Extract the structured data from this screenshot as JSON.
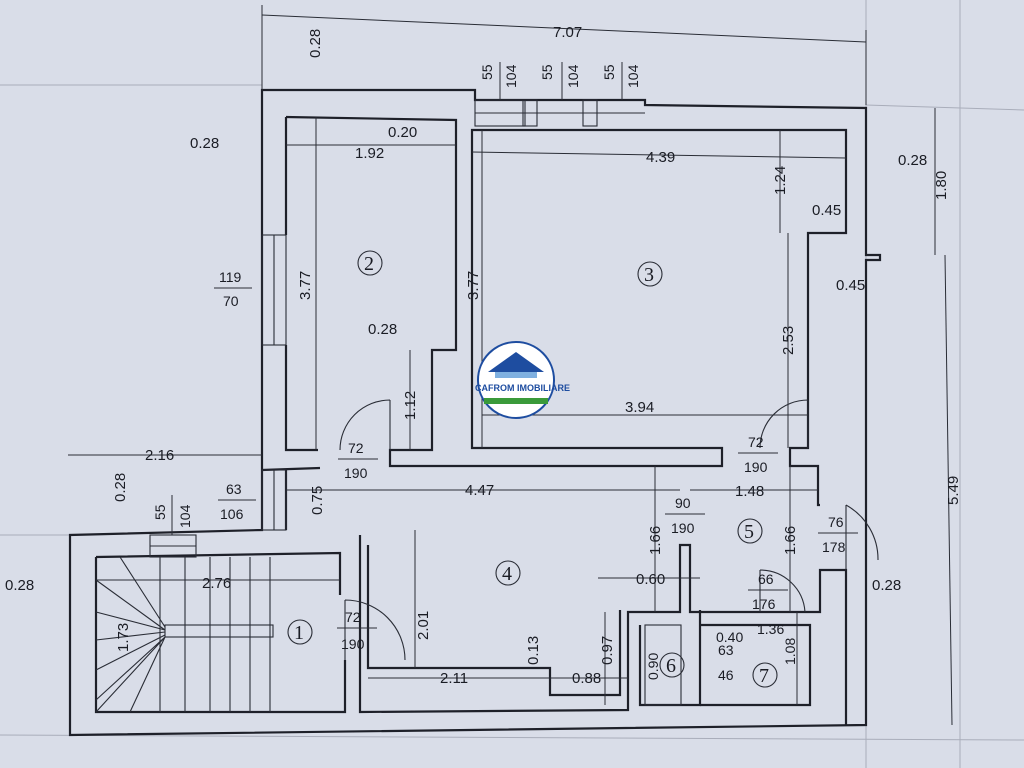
{
  "dimensions": {
    "total_width": "7.07",
    "top_wall": "0.28",
    "left_wall": "0.28",
    "r2_width": "1.92",
    "partition": "0.20",
    "r3_width": "4.39",
    "right_wall": "0.28",
    "right_upper": "1.80",
    "total_height": "5.49",
    "r2_height": "3.77",
    "r3_height": "3.77",
    "step_h": "1.24",
    "step_w1": "0.45",
    "step_w2": "0.45",
    "r3_lower_h": "2.53",
    "r3_lower_w": "3.94",
    "wall_0_28_mid": "0.28",
    "r2_niche": "1.12",
    "stair_w": "2.16",
    "stair_top_wall": "0.28",
    "stair_left_wall": "0.28",
    "corridor_w": "4.47",
    "corridor_h": "0.75",
    "r5_w": "1.48",
    "r4_h1": "1.66",
    "r5_h": "1.66",
    "r1_w": "2.76",
    "r1_h": "1.73",
    "r4_h2": "2.01",
    "r4_w": "2.11",
    "wall_013": "0.13",
    "r4_w2": "0.88",
    "r6_h": "0.97",
    "r6_wall": "0.60",
    "r7_wall": "0.40",
    "r7_w": "1.36",
    "r7_h": "1.08",
    "r6_w": "0.90",
    "r5_right_wall": "0.28"
  },
  "openings": {
    "win_top_1": [
      "55",
      "104"
    ],
    "win_top_2": [
      "55",
      "104"
    ],
    "win_top_3": [
      "55",
      "104"
    ],
    "win_left": [
      "119",
      "70"
    ],
    "door_r2": [
      "72",
      "190"
    ],
    "door_r3": [
      "72",
      "190"
    ],
    "win_hall": [
      "63",
      "106"
    ],
    "door_r4": [
      "90",
      "190"
    ],
    "door_r5": [
      "76",
      "178"
    ],
    "win_stair": [
      "55",
      "104"
    ],
    "door_r1": [
      "72",
      "190"
    ],
    "door_r7": [
      "66",
      "176"
    ],
    "win_r6": [
      "63",
      "46"
    ]
  },
  "rooms": [
    "1",
    "2",
    "3",
    "4",
    "5",
    "6",
    "7"
  ],
  "logo": {
    "text": "CAFROM IMOBILIARE"
  },
  "colors": {
    "paper": "#d9dde8",
    "ink": "#1e2029",
    "logo_blue": "#1e4da0",
    "logo_green": "#3a9a3a"
  }
}
